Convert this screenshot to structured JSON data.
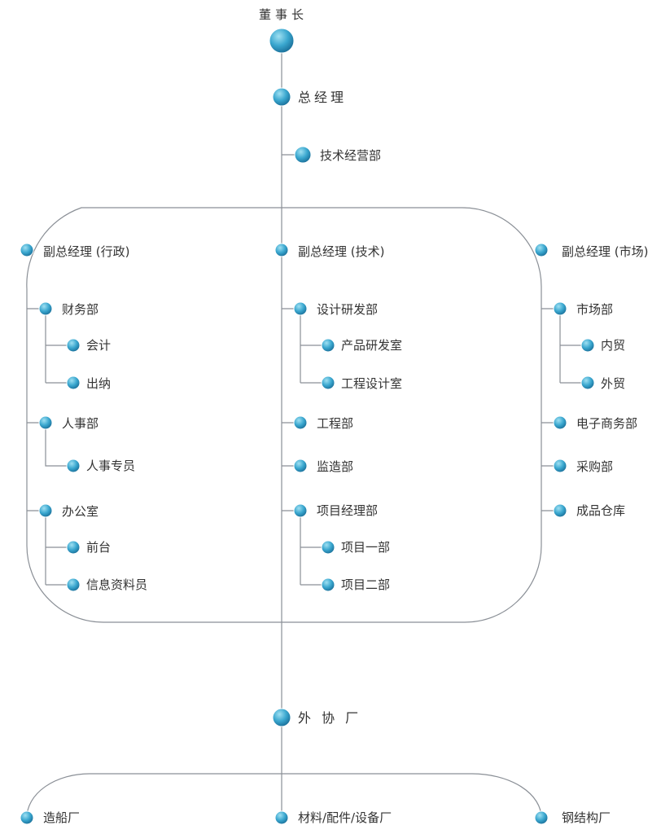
{
  "colors": {
    "line": "#8a8f96",
    "node_light": "#9fe0f2",
    "node_mid": "#3aa7cf",
    "node_dark": "#1a6f99",
    "text": "#333333"
  },
  "nodes": {
    "chairman": "董事长",
    "gm": "总经理",
    "tech_ops": "技术经营部",
    "vp_admin": "副总经理 (行政)",
    "vp_tech": "副总经理 (技术)",
    "vp_market": "副总经理 (市场)",
    "finance": "财务部",
    "accounting": "会计",
    "cashier": "出纳",
    "hr": "人事部",
    "hr_officer": "人事专员",
    "office": "办公室",
    "front_desk": "前台",
    "records": "信息资料员",
    "design_rd": "设计研发部",
    "product_rd": "产品研发室",
    "eng_design": "工程设计室",
    "engineering": "工程部",
    "supervision": "监造部",
    "project_mgmt": "项目经理部",
    "project_1": "项目一部",
    "project_2": "项目二部",
    "market": "市场部",
    "domestic": "内贸",
    "foreign": "外贸",
    "ecommerce": "电子商务部",
    "purchasing": "采购部",
    "warehouse": "成品仓库",
    "partners": "外 协 厂",
    "shipyard": "造船厂",
    "materials": "材料/配件/设备厂",
    "steel": "钢结构厂"
  }
}
